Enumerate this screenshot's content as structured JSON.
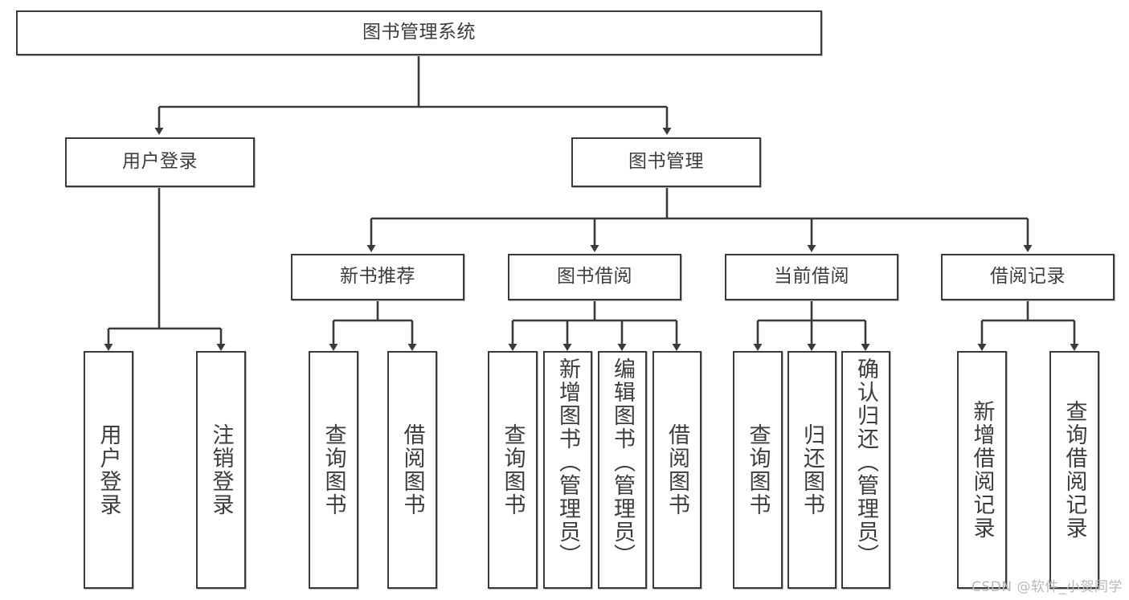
{
  "diagram": {
    "type": "tree-hierarchy-chart",
    "title": "图书管理系统",
    "stroke_color": "#3a3a3a",
    "text_color": "#3d3d3d",
    "background_color": "#ffffff",
    "root": {
      "id": "root",
      "label": "图书管理系统"
    },
    "level2": [
      {
        "id": "user-login",
        "label": "用户登录"
      },
      {
        "id": "book-management",
        "label": "图书管理"
      }
    ],
    "level3": [
      {
        "id": "new-book-recommend",
        "label": "新书推荐",
        "parent": "book-management"
      },
      {
        "id": "book-borrow",
        "label": "图书借阅",
        "parent": "book-management"
      },
      {
        "id": "current-borrow",
        "label": "当前借阅",
        "parent": "book-management"
      },
      {
        "id": "borrow-record",
        "label": "借阅记录",
        "parent": "book-management"
      }
    ],
    "leaves": [
      {
        "id": "leaf-user-login",
        "label": "用户登录",
        "parent": "user-login"
      },
      {
        "id": "leaf-logout-login",
        "label": "注销登录",
        "parent": "user-login"
      },
      {
        "id": "leaf-query-book-1",
        "label": "查询图书",
        "parent": "new-book-recommend"
      },
      {
        "id": "leaf-borrow-book-1",
        "label": "借阅图书",
        "parent": "new-book-recommend"
      },
      {
        "id": "leaf-query-book-2",
        "label": "查询图书",
        "parent": "book-borrow"
      },
      {
        "id": "leaf-add-book",
        "label": "新增图书（管理员）",
        "parent": "book-borrow"
      },
      {
        "id": "leaf-edit-book",
        "label": "编辑图书（管理员）",
        "parent": "book-borrow"
      },
      {
        "id": "leaf-borrow-book-2",
        "label": "借阅图书",
        "parent": "book-borrow"
      },
      {
        "id": "leaf-query-book-3",
        "label": "查询图书",
        "parent": "current-borrow"
      },
      {
        "id": "leaf-return-book",
        "label": "归还图书",
        "parent": "current-borrow"
      },
      {
        "id": "leaf-confirm-return",
        "label": "确认归还（管理员）",
        "parent": "current-borrow"
      },
      {
        "id": "leaf-add-borrow-record",
        "label": "新增借阅记录",
        "parent": "borrow-record"
      },
      {
        "id": "leaf-query-borrow-record",
        "label": "查询借阅记录",
        "parent": "borrow-record"
      }
    ]
  },
  "watermark": {
    "text": "CSDN @软件_小贺同学"
  }
}
